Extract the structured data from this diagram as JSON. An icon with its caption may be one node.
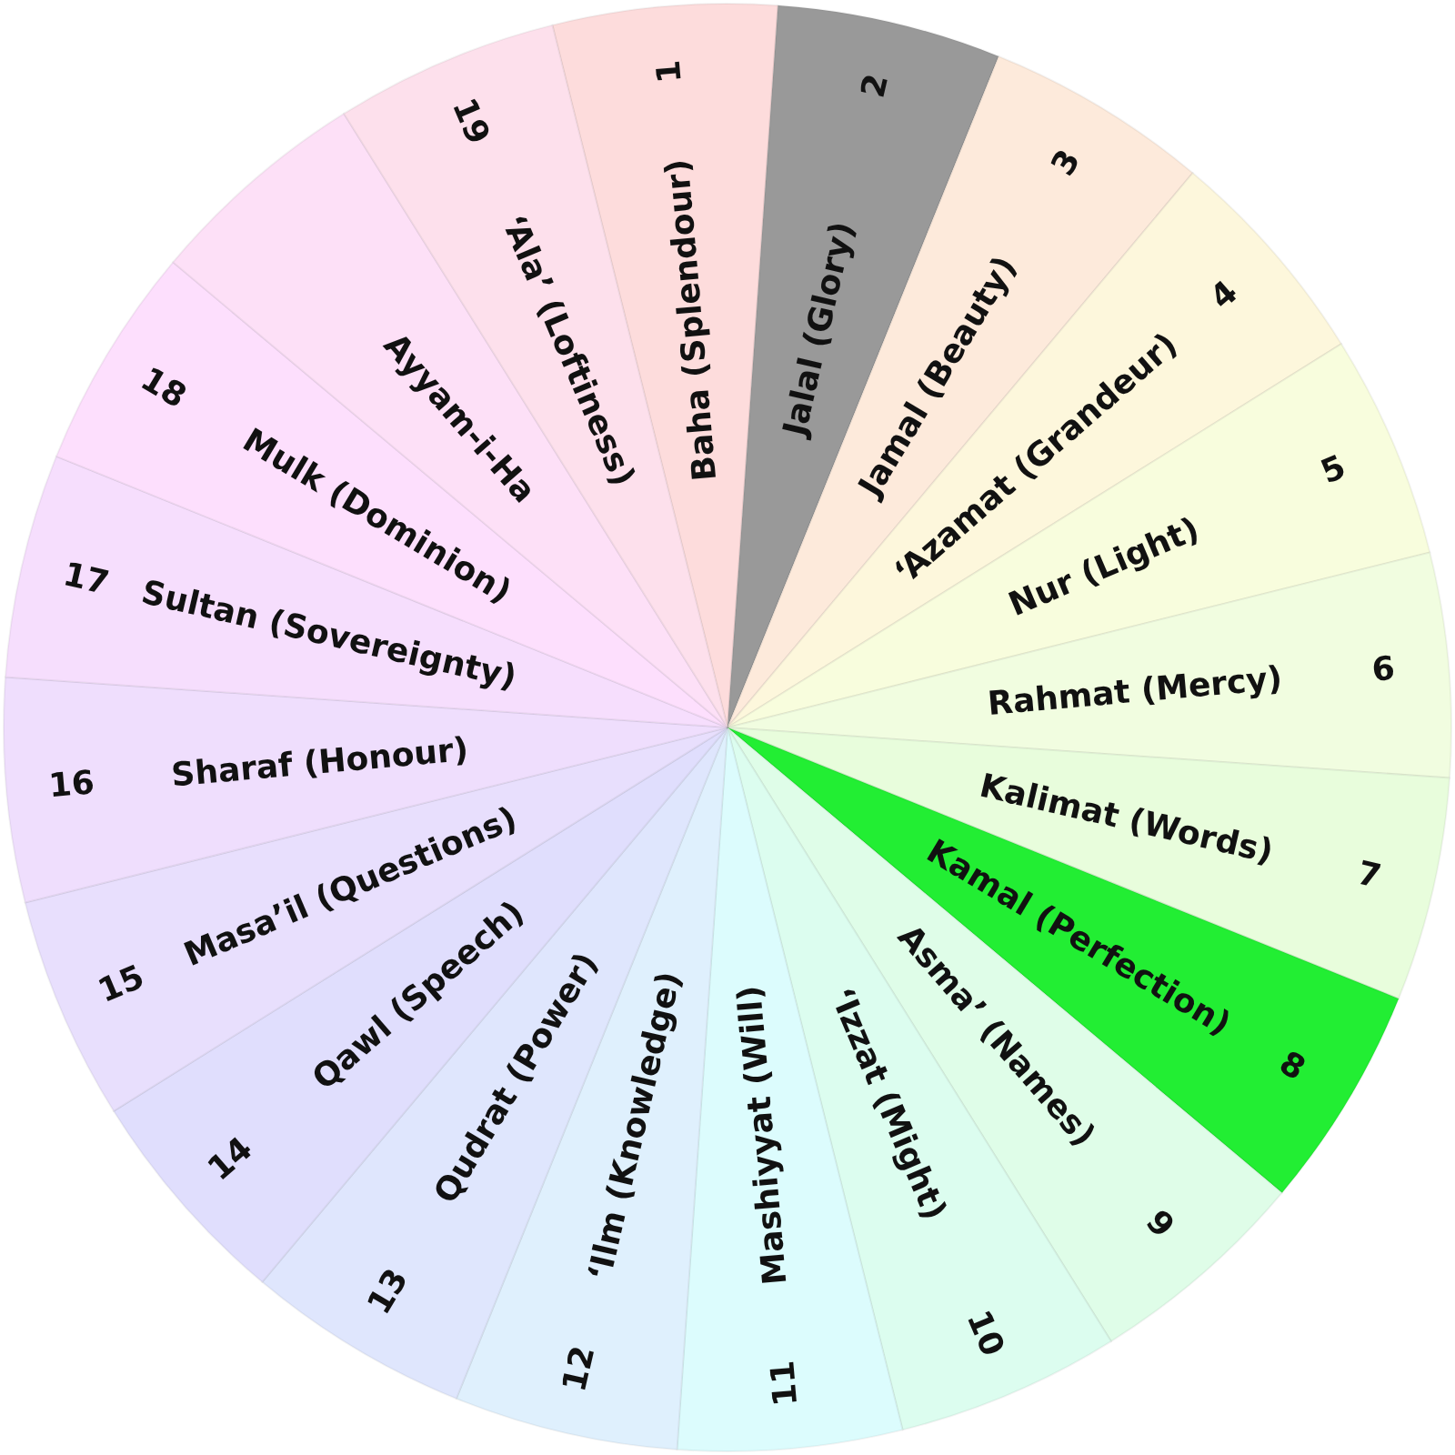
{
  "diagram": {
    "nodes": [
      {
        "text": [
          "Baha (Splendour)",
          "1"
        ]
      },
      {
        "text": [
          "Jalal (Glory)",
          "2"
        ]
      },
      {
        "text": [
          "Jamal (Beauty)",
          "3"
        ]
      },
      {
        "text": [
          "‘Azamat (Grandeur)",
          "4"
        ]
      },
      {
        "text": [
          "Nur (Light)",
          "5"
        ]
      },
      {
        "text": [
          "Rahmat (Mercy)",
          "6"
        ]
      },
      {
        "text": [
          "Kalimat (Words)",
          "7"
        ]
      },
      {
        "text": [
          "Kamal (Perfection)",
          "8"
        ]
      },
      {
        "text": [
          "Asma’ (Names)",
          "9"
        ]
      },
      {
        "text": [
          "‘Izzat (Might)",
          "10"
        ]
      },
      {
        "text": [
          "Mashiyyat (Will)",
          "11"
        ]
      },
      {
        "text": [
          "‘Ilm (Knowledge)",
          "12"
        ]
      },
      {
        "text": [
          "Qudrat (Power)",
          "13"
        ]
      },
      {
        "text": [
          "Qawl (Speech)",
          "14"
        ]
      },
      {
        "text": [
          "Masa’il (Questions)",
          "15"
        ]
      },
      {
        "text": [
          "Sharaf (Honour)",
          "16"
        ]
      },
      {
        "text": [
          "Sultan (Sovereignty)",
          "17"
        ]
      },
      {
        "text": [
          "Mulk (Dominion)",
          "18"
        ]
      },
      {
        "text": [
          "Ayyam-i-Ha"
        ]
      },
      {
        "text": [
          "‘Ala’ (Loftiness)",
          "19"
        ]
      }
    ]
  }
}
